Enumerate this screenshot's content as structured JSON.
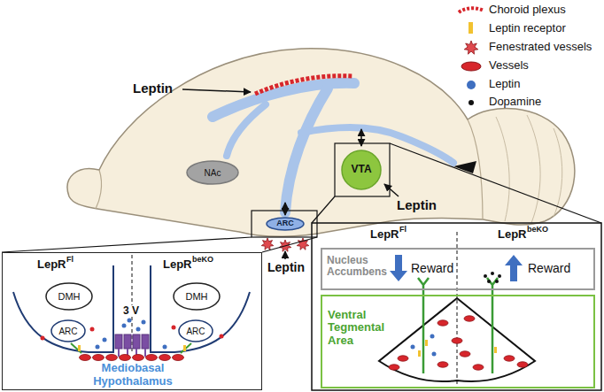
{
  "diagram": {
    "nodes": [
      {
        "text": [
          "NAc"
        ]
      },
      {
        "text": [
          "VTA"
        ]
      },
      {
        "text": [
          "ARC"
        ]
      },
      {
        "text": [
          "Mediobasal Hypothalamus"
        ]
      },
      {
        "text": [
          "DMH"
        ],
        "in": 3
      },
      {
        "text": [
          "DMH"
        ],
        "in": 3
      },
      {
        "text": [
          "ARC"
        ],
        "in": 3
      },
      {
        "text": [
          "ARC"
        ],
        "in": 3
      },
      {
        "text": [
          "Nucleus Accumbens",
          "Reward",
          "Reward"
        ]
      },
      {
        "text": [
          "Ventral Tegmental Area"
        ]
      }
    ],
    "labels": [
      "Leptin",
      "Leptin",
      "Leptin",
      "LepR",
      "Fl",
      "LepR",
      "beKO",
      "3 V",
      "LepR",
      "Fl",
      "LepR",
      "beKO"
    ],
    "legend": [
      {
        "text": "Choroid plexus"
      },
      {
        "text": "Leptin receptor"
      },
      {
        "text": "Fenestrated vessels"
      },
      {
        "text": "Vessels"
      },
      {
        "text": "Leptin"
      },
      {
        "text": "Dopamine"
      }
    ]
  }
}
